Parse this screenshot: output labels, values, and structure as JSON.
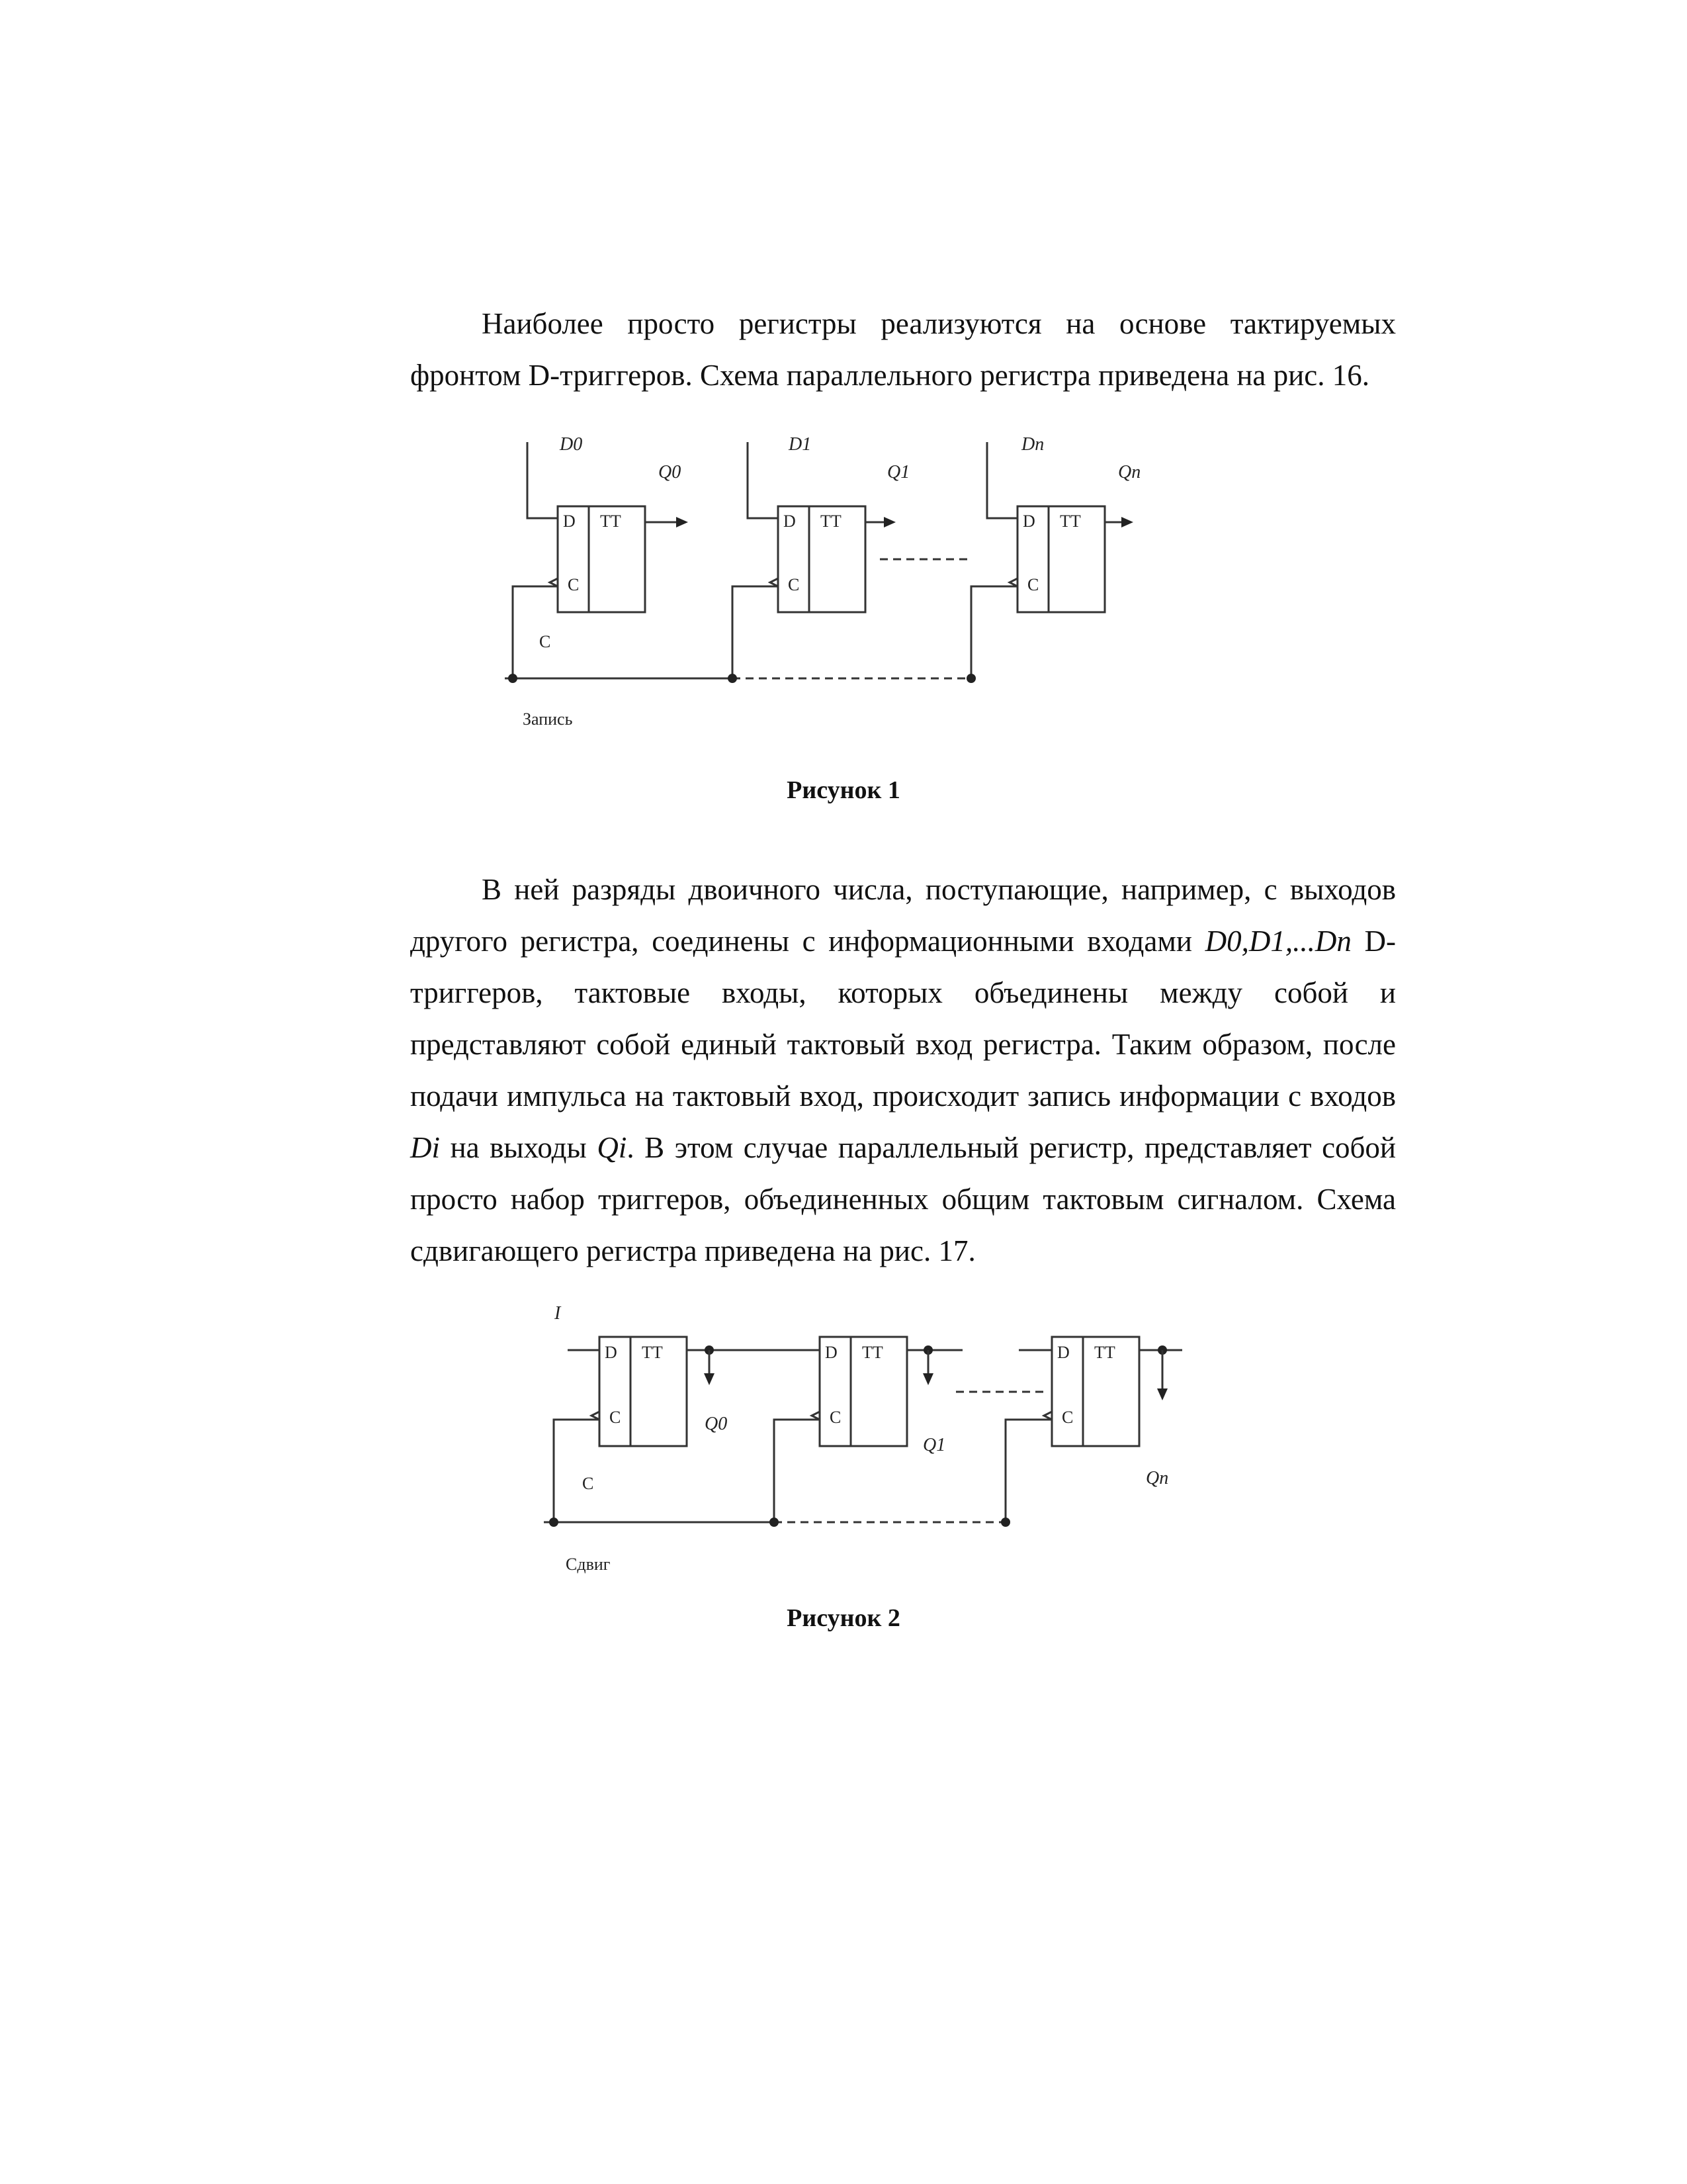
{
  "paragraph1": {
    "text": "Наиболее просто регистры реализуются на основе тактируемых фронтом D-триггеров. Схема параллельного регистра приведена на рис. 16."
  },
  "figure1": {
    "caption": "Рисунок 1",
    "block_pins": {
      "d": "D",
      "tt": "TT",
      "c": "C"
    },
    "inputs": [
      "D0",
      "D1",
      "Dn"
    ],
    "outputs": [
      "Q0",
      "Q1",
      "Qn"
    ],
    "clock_label": "C",
    "bus_label": "Запись"
  },
  "paragraph2": {
    "line1": "В ней разряды двоичного числа, поступающие, например, с выходов другого регистра, соединены с информационными входами",
    "math_inputs": "D0,D1,...Dn",
    "line2": "D-триггеров, тактовые входы, которых объединены между собой и представляют собой единый тактовый вход регистра. Таким образом, после подачи импульса на тактовый вход, происходит запись информации с входов",
    "math_di": "Di",
    "mid": "на выходы",
    "math_qi": "Qi",
    "line3": ". В этом случае параллельный регистр, представляет собой просто набор триггеров, объединенных общим тактовым сигналом. Схема сдвигающего регистра приведена на рис. 17."
  },
  "figure2": {
    "caption": "Рисунок 2",
    "block_pins": {
      "d": "D",
      "tt": "TT",
      "c": "C"
    },
    "serial_input": "I",
    "outputs": [
      "Q0",
      "Q1",
      "Qn"
    ],
    "clock_label": "C",
    "bus_label": "Сдвиг"
  }
}
